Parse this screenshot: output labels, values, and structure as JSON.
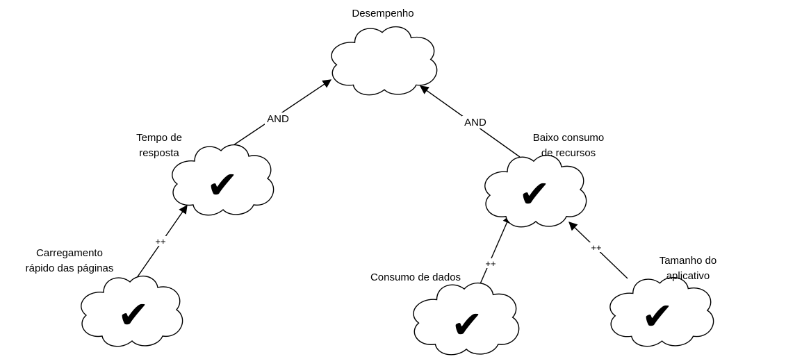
{
  "nodes": {
    "desempenho": {
      "label": "Desempenho"
    },
    "tempo": {
      "label_line1": "Tempo de",
      "label_line2": "resposta",
      "mark": "✔"
    },
    "baixo": {
      "label_line1": "Baixo consumo",
      "label_line2": "de recursos",
      "mark": "✔"
    },
    "carregamento": {
      "label_line1": "Carregamento",
      "label_line2": "rápido das páginas",
      "mark": "✔"
    },
    "consumo": {
      "label": "Consumo de dados",
      "mark": "✔"
    },
    "tamanho": {
      "label_line1": "Tamanho do",
      "label_line2": "aplicativo",
      "mark": "✔"
    }
  },
  "edges": {
    "tempo_to_desempenho": {
      "label": "AND"
    },
    "baixo_to_desempenho": {
      "label": "AND"
    },
    "carregamento_to_tempo": {
      "label": "++"
    },
    "consumo_to_baixo": {
      "label": "++"
    },
    "tamanho_to_baixo": {
      "label": "++"
    }
  }
}
